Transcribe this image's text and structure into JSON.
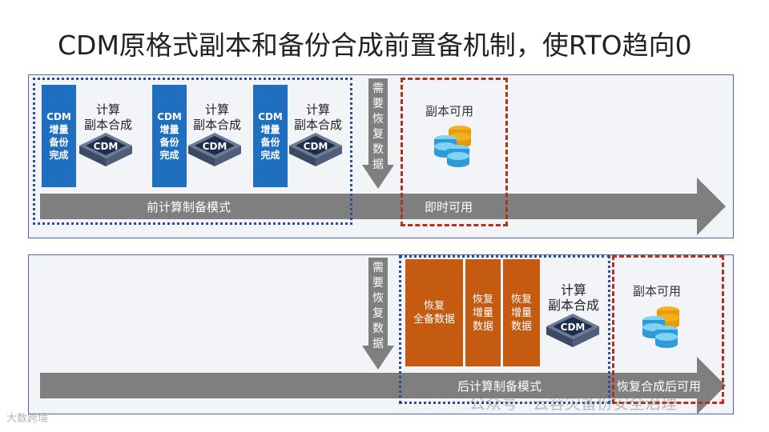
{
  "title": "CDM原格式副本和备份合成前置备机制，使RTO趋向0",
  "panel1": {
    "backup_box_label": "CDM\n增量\n备份\n完成",
    "calc_label": "计算\n副本合成",
    "need_restore_label": "需\n要\n恢\n复\n数\n据",
    "replica_available": "副本可用",
    "arrow_left_label": "前计算制备模式",
    "arrow_right_label": "即时可用"
  },
  "panel2": {
    "need_restore_label": "需\n要\n恢\n复\n数\n据",
    "restore_full": "恢复\n全备数据",
    "restore_incr": "恢复\n增量\n数据",
    "calc_label": "计算\n副本合成",
    "replica_available": "副本可用",
    "arrow_mid_label": "后计算制备模式",
    "arrow_right_label": "恢复合成后可用"
  },
  "watermark": {
    "account": "公众号 · 云容灾备份安全治理",
    "brand": "大数跨境"
  },
  "colors": {
    "blue_box": "#1f6fc0",
    "orange_box": "#c55a11",
    "arrow_gray": "#7f7f7f",
    "dotted_blue": "#2a4f9a",
    "dashdot_red": "#b3321e"
  }
}
